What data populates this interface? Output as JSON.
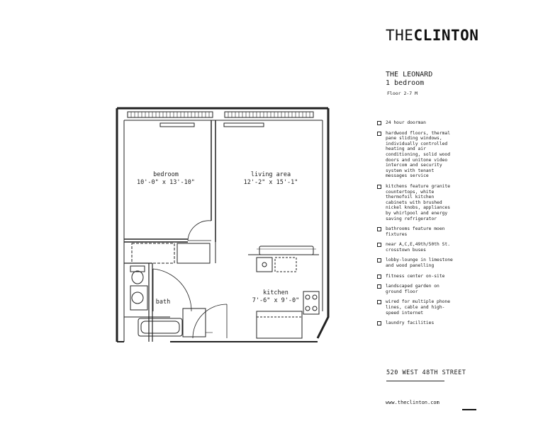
{
  "brand": {
    "light": "THE",
    "bold": "CLINTON"
  },
  "unit": {
    "name": "THE LEONARD",
    "type": "1 bedroom",
    "floor": "Floor 2-7 M"
  },
  "rooms": {
    "bedroom": {
      "label": "bedroom",
      "dims": "10'-0\" x 13'-10\""
    },
    "living": {
      "label": "living area",
      "dims": "12'-2\" x 15'-1\""
    },
    "kitchen": {
      "label": "kitchen",
      "dims": "7'-6\" x 9'-0\""
    },
    "bath": {
      "label": "bath"
    }
  },
  "features": [
    "24 hour doorman",
    "hardwood floors, thermal pane sliding windows, individually controlled heating and air conditioning, solid wood doors and unitone video intercom and security system with tenant messages service",
    "kitchens feature granite countertops, white thermofoil kitchen cabinets with brushed nickel knobs, appliances by whirlpool and energy saving refrigerator",
    "bathrooms feature moen fixtures",
    "near A,C,E,49th/50th St. crosstown buses",
    "lobby-lounge in limestone and wood panelling",
    "fitness center on-site",
    "landscaped garden on ground floor",
    "wired for multiple phone lines, cable and high-speed internet",
    "laundry facilities"
  ],
  "address": "520 WEST 48TH STREET",
  "website": "www.theclinton.com"
}
